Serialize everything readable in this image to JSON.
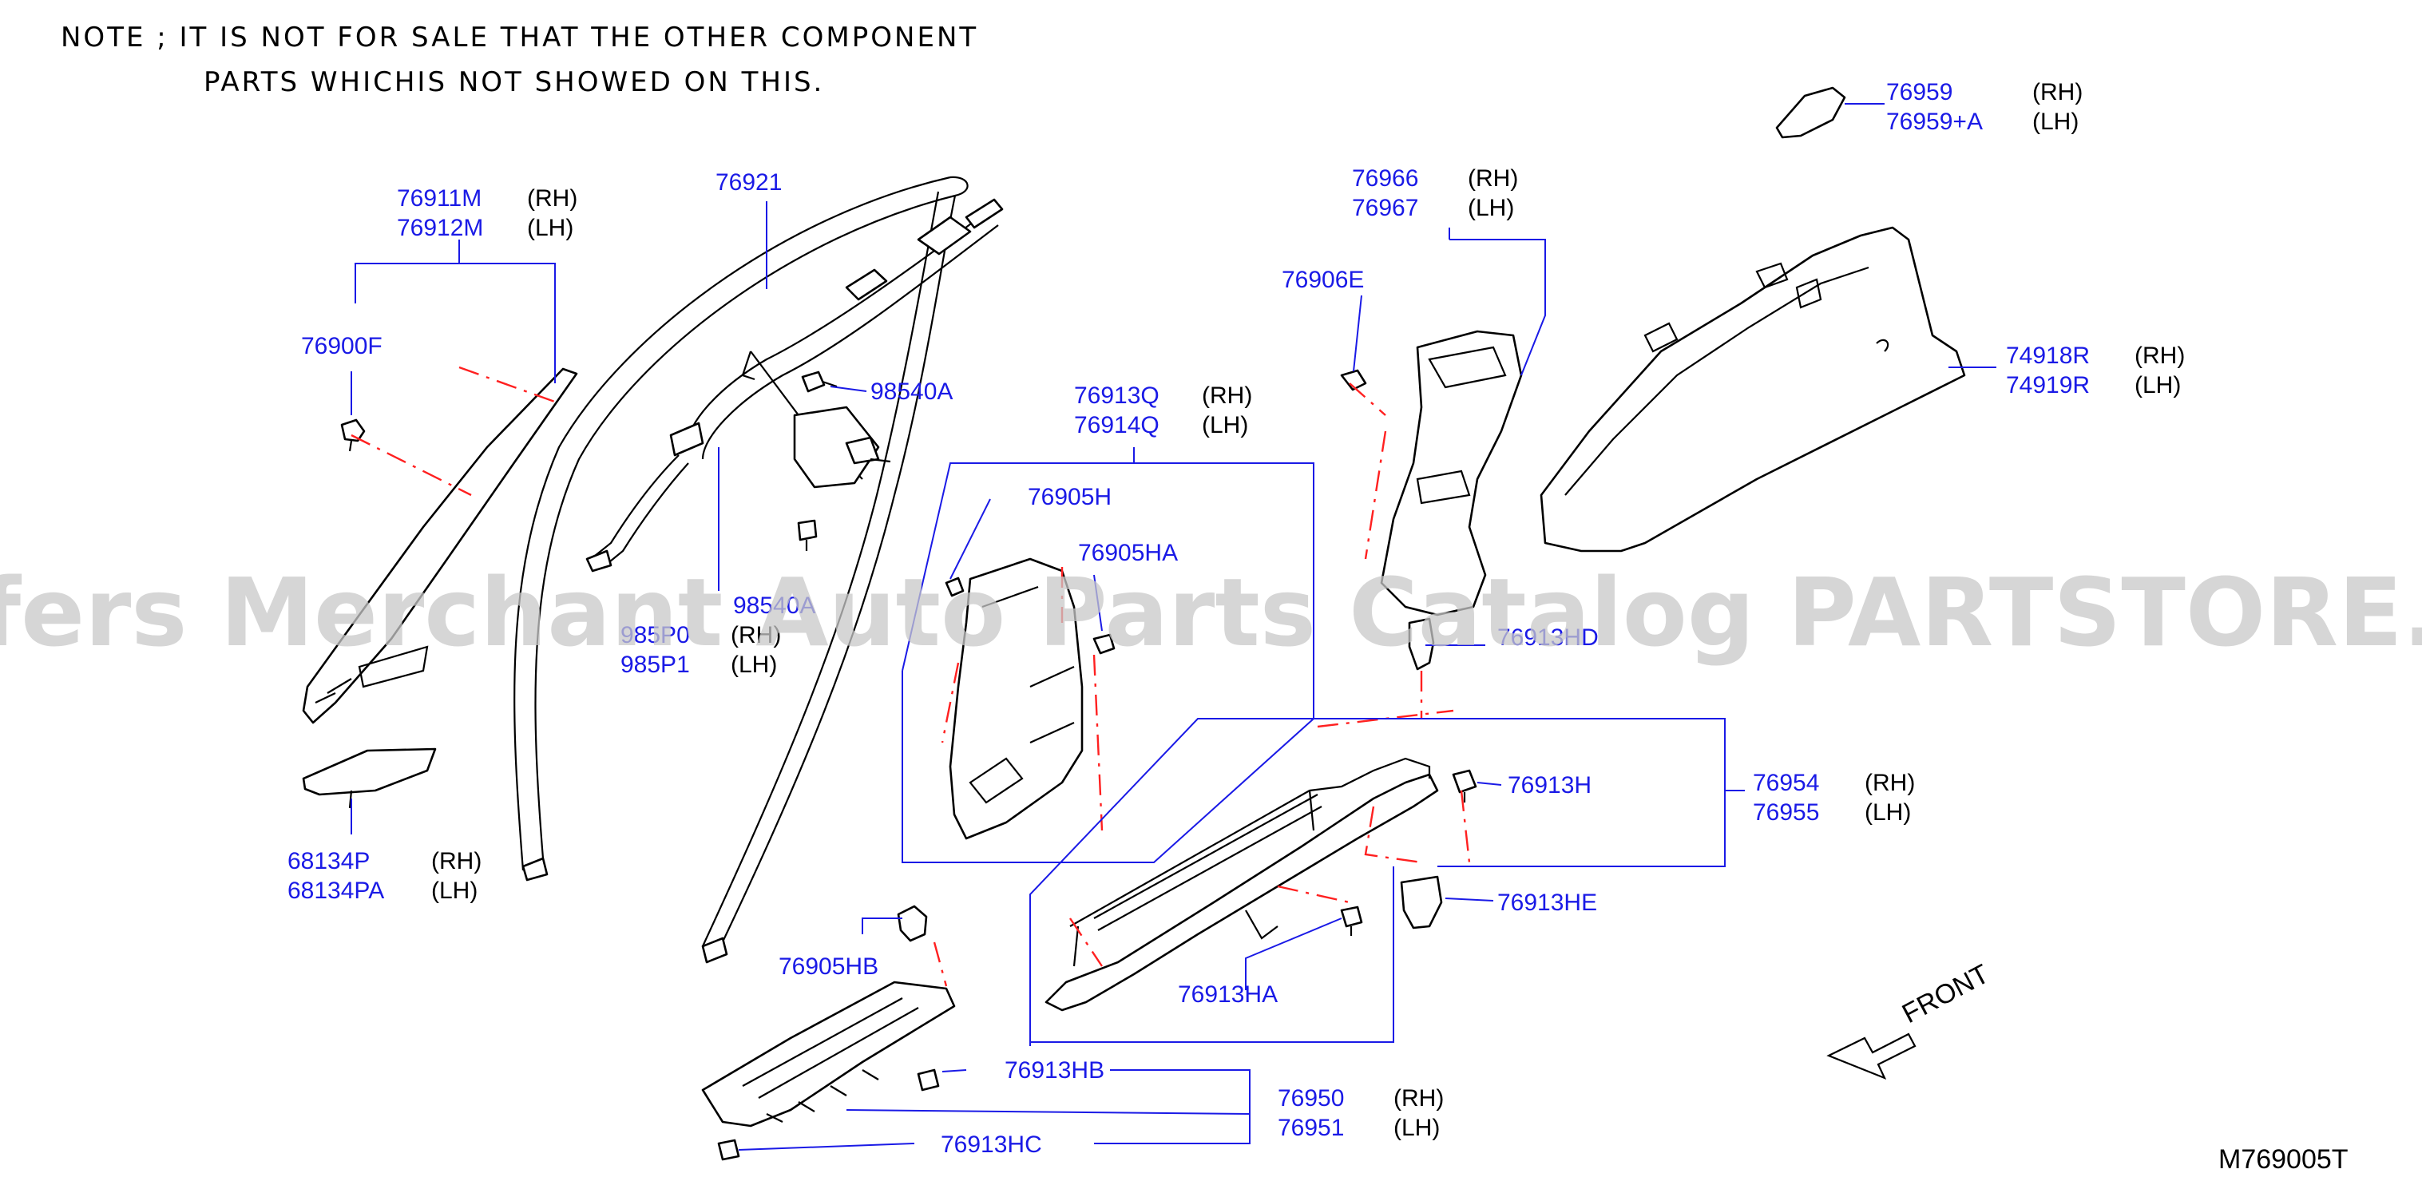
{
  "note": {
    "line1": "NOTE ; IT IS NOT FOR SALE THAT THE OTHER COMPONENT",
    "line2": "PARTS WHICHIS NOT SHOWED ON THIS."
  },
  "watermark": "Offers Merchant Auto Parts Catalog PARTSTORE.SA",
  "diagram_code": "M769005T",
  "front_label": "FRONT",
  "side": {
    "rh": "(RH)",
    "lh": "(LH)"
  },
  "parts": {
    "p76911M": "76911M",
    "p76912M": "76912M",
    "p76900F": "76900F",
    "p76921": "76921",
    "p98540A": "98540A",
    "p98540A_b": "98540A",
    "p985P0": "985P0",
    "p985P1": "985P1",
    "p68134P": "68134P",
    "p68134PA": "68134PA",
    "p76913Q": "76913Q",
    "p76914Q": "76914Q",
    "p76905H": "76905H",
    "p76905HA": "76905HA",
    "p76905HB": "76905HB",
    "p76966": "76966",
    "p76967": "76967",
    "p76906E": "76906E",
    "p76913HD": "76913HD",
    "p76959": "76959",
    "p76959A": "76959+A",
    "p74918R": "74918R",
    "p74919R": "74919R",
    "p76954": "76954",
    "p76955": "76955",
    "p76913H": "76913H",
    "p76913HE": "76913HE",
    "p76913HA": "76913HA",
    "p76913HB": "76913HB",
    "p76913HC": "76913HC",
    "p76950": "76950",
    "p76951": "76951"
  },
  "colors": {
    "part_number": "#1a1ae6",
    "hidden_line": "#ff2020",
    "watermark": "#c8c8c8"
  }
}
